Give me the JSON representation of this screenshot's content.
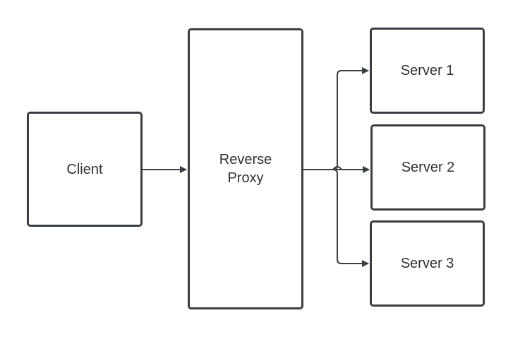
{
  "nodes": {
    "client": "Client",
    "proxy": "Reverse Proxy",
    "server1": "Server 1",
    "server2": "Server 2",
    "server3": "Server 3"
  },
  "colors": {
    "stroke": "#3a3d44",
    "text": "#2f3136",
    "background": "#ffffff"
  }
}
